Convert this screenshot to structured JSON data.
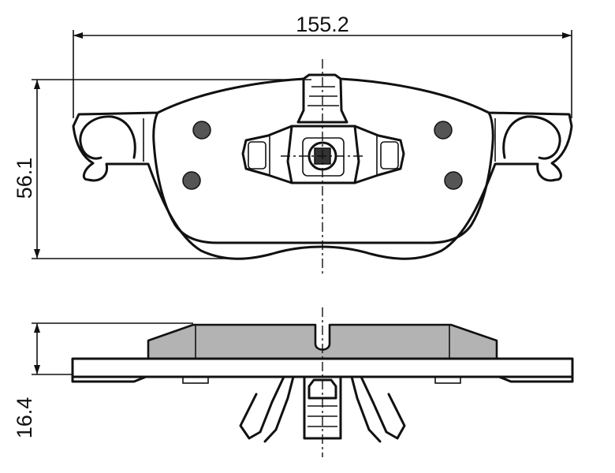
{
  "dimensions": {
    "width_label": "155.2",
    "height_label": "56.1",
    "thickness_label": "16.4"
  },
  "colors": {
    "line": "#111111",
    "friction_material": "#b3b3b3",
    "background": "#ffffff"
  }
}
